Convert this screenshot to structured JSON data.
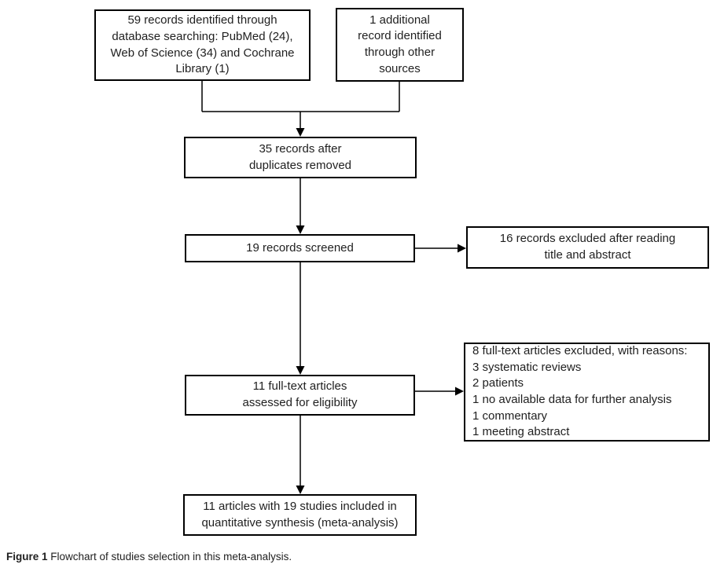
{
  "figure": {
    "type": "flowchart",
    "boxes": {
      "identified": [
        "59 records identified through",
        "database searching: PubMed (24),",
        "Web of Science (34) and Cochrane",
        "Library (1)"
      ],
      "additional": [
        "1 additional",
        "record identified",
        "through other",
        "sources"
      ],
      "after_duplicates": [
        "35 records after",
        "duplicates removed"
      ],
      "screened": [
        "19 records screened"
      ],
      "excluded_after_screening": [
        "16 records excluded after reading",
        "title and abstract"
      ],
      "fulltext_assessed": [
        "11 full-text articles",
        "assessed for eligibility"
      ],
      "fulltext_excluded": [
        "8 full-text articles excluded, with reasons:",
        "3 systematic reviews",
        "2 patients",
        "1 no available data for further analysis",
        "1 commentary",
        "1 meeting abstract"
      ],
      "included": [
        "11 articles with 19 studies included in",
        "quantitative synthesis (meta-analysis)"
      ]
    },
    "caption": {
      "label": "Figure 1",
      "text": "Flowchart of studies selection in this meta-analysis."
    },
    "colors": {
      "box_border": "#000000",
      "text": "#1f1f1f",
      "background": "#ffffff",
      "connector": "#000000"
    }
  }
}
